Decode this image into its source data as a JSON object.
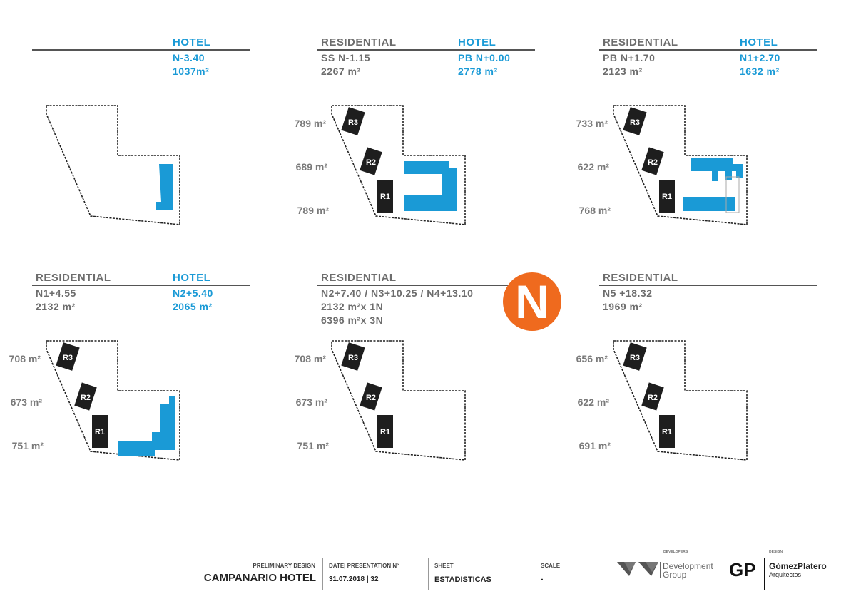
{
  "panels": [
    {
      "res": null,
      "hotel": {
        "label": "HOTEL",
        "level": "N-3.40",
        "area": "1037m²"
      },
      "areas": []
    },
    {
      "res": {
        "label": "RESIDENTIAL",
        "level": "SS N-1.15",
        "area": "2267 m²"
      },
      "hotel": {
        "label": "HOTEL",
        "level": "PB N+0.00",
        "area": "2778 m²"
      },
      "areas": [
        "789 m²",
        "689 m²",
        "789 m²"
      ]
    },
    {
      "res": {
        "label": "RESIDENTIAL",
        "level": "PB N+1.70",
        "area": "2123 m²"
      },
      "hotel": {
        "label": "HOTEL",
        "level": "N1+2.70",
        "area": "1632 m²"
      },
      "areas": [
        "733 m²",
        "622 m²",
        "768 m²"
      ]
    },
    {
      "res": {
        "label": "RESIDENTIAL",
        "level": "N1+4.55",
        "area": "2132 m²"
      },
      "hotel": {
        "label": "HOTEL",
        "level": "N2+5.40",
        "area": "2065 m²"
      },
      "areas": [
        "708 m²",
        "673 m²",
        "751 m²"
      ]
    },
    {
      "res": {
        "label": "RESIDENTIAL",
        "level": "N2+7.40 / N3+10.25 / N4+13.10",
        "area": "2132 m²x 1N",
        "area2": "6396 m²x 3N"
      },
      "hotel": null,
      "areas": [
        "708 m²",
        "673 m²",
        "751 m²"
      ]
    },
    {
      "res": {
        "label": "RESIDENTIAL",
        "level": "N5 +18.32",
        "area": "1969 m²"
      },
      "hotel": null,
      "areas": [
        "656 m²",
        "622 m²",
        "691 m²"
      ]
    }
  ],
  "buildings": {
    "r1": "R1",
    "r2": "R2",
    "r3": "R3"
  },
  "logo_letter": "N",
  "titleblock": {
    "prelim": "PRELIMINARY DESIGN",
    "project": "CAMPANARIO HOTEL",
    "date_label": "DATE| PRESENTATION Nº",
    "date_value": "31.07.2018 | 32",
    "sheet_label": "SHEET",
    "sheet_value": "ESTADISTICAS",
    "scale_label": "SCALE",
    "scale_value": "-",
    "developers_label": "DEVELOPERS",
    "dev_name1": "Development",
    "dev_name2": "Group",
    "design_label": "DESIGN",
    "gp": "GP",
    "design_name1": "GómezPlatero",
    "design_name2": "Arquitectos"
  },
  "colors": {
    "hotel": "#1a9ad6",
    "residential": "#1e1e1e",
    "logo": "#ef6a1e"
  }
}
